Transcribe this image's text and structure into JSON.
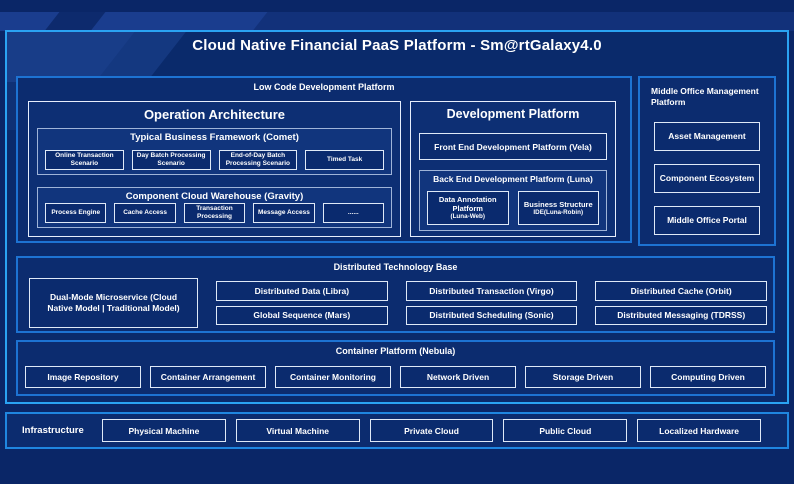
{
  "title": "Cloud Native Financial PaaS Platform - Sm@rtGalaxy4.0",
  "low_code": {
    "label": "Low Code Development Platform",
    "operation_architecture": {
      "title": "Operation Architecture",
      "comet": {
        "title": "Typical Business Framework (Comet)",
        "items": [
          "Online Transaction Scenario",
          "Day Batch Processing Scenario",
          "End-of-Day Batch Processing Scenario",
          "Timed Task"
        ]
      },
      "gravity": {
        "title": "Component Cloud Warehouse (Gravity)",
        "items": [
          "Process Engine",
          "Cache Access",
          "Transaction Processing",
          "Message Access",
          "......"
        ]
      }
    },
    "development_platform": {
      "title": "Development Platform",
      "frontend": "Front End Development Platform (Vela)",
      "backend": {
        "title": "Back End Development Platform (Luna)",
        "items": [
          {
            "name": "Data Annotation Platform",
            "sub": "(Luna-Web)"
          },
          {
            "name": "Business Structure",
            "sub": "IDE(Luna-Robin)"
          }
        ]
      }
    }
  },
  "middle_office": {
    "title": "Middle Office Management Platform",
    "items": [
      "Asset Management",
      "Component Ecosystem",
      "Middle Office Portal"
    ]
  },
  "distributed": {
    "title": "Distributed Technology Base",
    "featured": "Dual-Mode Microservice (Cloud Native Model | Traditional Model)",
    "columns": [
      [
        "Distributed Data (Libra)",
        "Global Sequence (Mars)"
      ],
      [
        "Distributed Transaction (Virgo)",
        "Distributed Scheduling (Sonic)"
      ],
      [
        "Distributed Cache (Orbit)",
        "Distributed Messaging (TDRSS)"
      ]
    ]
  },
  "container_platform": {
    "title": "Container Platform (Nebula)",
    "items": [
      "Image Repository",
      "Container Arrangement",
      "Container Monitoring",
      "Network Driven",
      "Storage Driven",
      "Computing Driven"
    ]
  },
  "infrastructure": {
    "label": "Infrastructure",
    "items": [
      "Physical Machine",
      "Virtual Machine",
      "Private Cloud",
      "Public Cloud",
      "Localized Hardware"
    ]
  },
  "colors": {
    "background": "#0a2667",
    "frame_border": "#2aa3f3",
    "section_border": "#1d73d3",
    "white_box_border": "#dfe9f7",
    "subbox_border": "#9fb4d8",
    "text": "#ffffff"
  }
}
